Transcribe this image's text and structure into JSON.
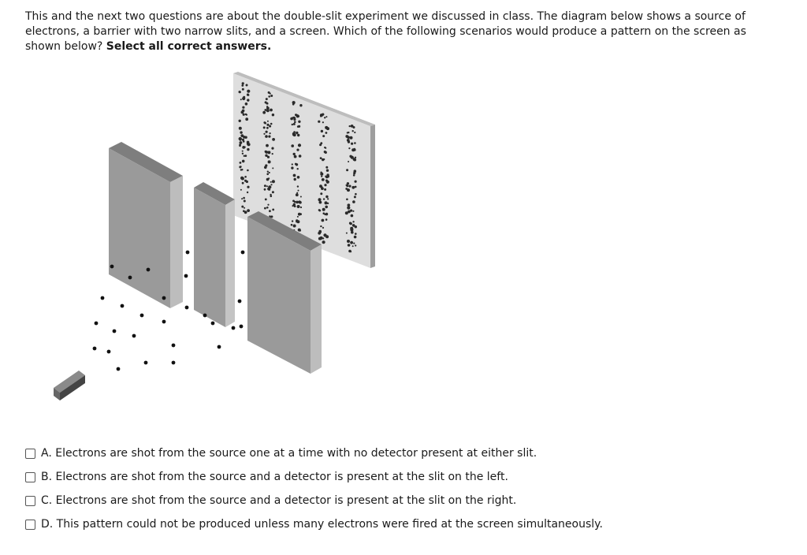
{
  "question": {
    "text": "This and the next two questions are about the double-slit experiment we discussed in class. The diagram below shows a source of electrons, a barrier with two narrow slits, and a screen. Which of the following scenarios would produce a pattern on the screen as shown below?",
    "emphasis": "Select all correct answers."
  },
  "figure": {
    "icon": "double-slit-diagram"
  },
  "answers": [
    {
      "label": "A. Electrons are shot from the source one at a time with no detector present at either slit.",
      "checked": false
    },
    {
      "label": "B. Electrons are shot from the source and a detector is present at the slit on the left.",
      "checked": false
    },
    {
      "label": "C. Electrons are shot from the source and a detector is present at the slit on the right.",
      "checked": false
    },
    {
      "label": "D. This pattern could not be produced unless many electrons were fired at the screen simultaneously.",
      "checked": false
    }
  ]
}
